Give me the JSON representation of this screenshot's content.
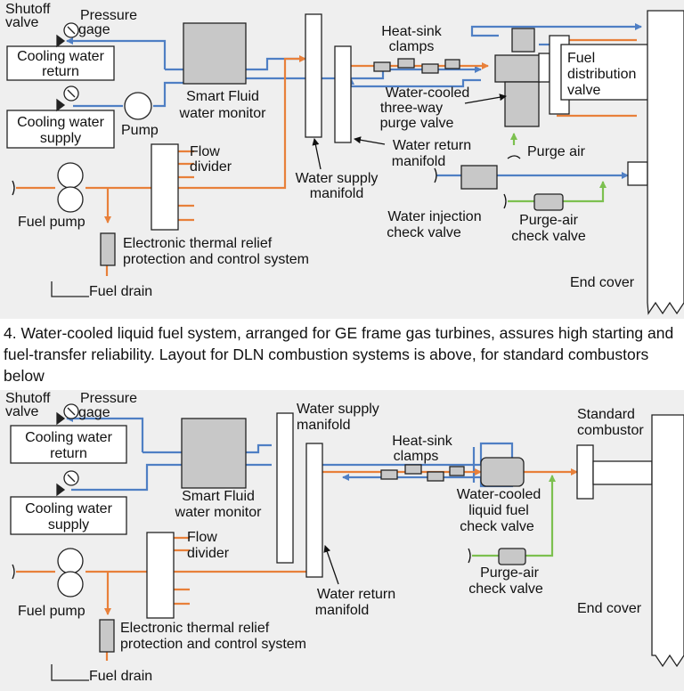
{
  "top": {
    "shutoff_valve": [
      "Shutoff",
      "valve"
    ],
    "pressure_gage": [
      "Pressure",
      "gage"
    ],
    "cooling_water_return": [
      "Cooling water",
      "return"
    ],
    "cooling_water_supply": [
      "Cooling water",
      "supply"
    ],
    "pump": "Pump",
    "smart_fluid": [
      "Smart Fluid",
      "water monitor"
    ],
    "flow_divider": [
      "Flow",
      "divider"
    ],
    "fuel_pump": "Fuel pump",
    "thermal_relief": [
      "Electronic thermal relief",
      "protection and control system"
    ],
    "fuel_drain": "Fuel drain",
    "water_supply_manifold": [
      "Water supply",
      "manifold"
    ],
    "water_return_manifold": [
      "Water return",
      "manifold"
    ],
    "heat_sink_clamps": [
      "Heat-sink",
      "clamps"
    ],
    "three_way_valve": [
      "Water-cooled",
      "three-way",
      "purge valve"
    ],
    "fuel_distribution_valve": [
      "Fuel",
      "distribution",
      "valve"
    ],
    "purge_air": "Purge air",
    "water_injection_check_valve": [
      "Water injection",
      "check valve"
    ],
    "purge_air_check_valve": [
      "Purge-air",
      "check valve"
    ],
    "end_cover": "End cover"
  },
  "caption": "4. Water-cooled liquid fuel system, arranged for GE frame gas turbines, assures high starting and fuel-transfer reliability. Layout for DLN combustion systems is above, for standard combustors below",
  "bottom": {
    "shutoff_valve": [
      "Shutoff",
      "valve"
    ],
    "pressure_gage": [
      "Pressure",
      "gage"
    ],
    "cooling_water_return": [
      "Cooling water",
      "return"
    ],
    "cooling_water_supply": [
      "Cooling water",
      "supply"
    ],
    "smart_fluid": [
      "Smart Fluid",
      "water monitor"
    ],
    "flow_divider": [
      "Flow",
      "divider"
    ],
    "fuel_pump": "Fuel pump",
    "thermal_relief": [
      "Electronic thermal relief",
      "protection and control system"
    ],
    "fuel_drain": "Fuel drain",
    "water_supply_manifold": [
      "Water supply",
      "manifold"
    ],
    "water_return_manifold": [
      "Water return",
      "manifold"
    ],
    "heat_sink_clamps": [
      "Heat-sink",
      "clamps"
    ],
    "fuel_check_valve": [
      "Water-cooled",
      "liquid fuel",
      "check valve"
    ],
    "standard_combustor": [
      "Standard",
      "combustor"
    ],
    "purge_air_check_valve": [
      "Purge-air",
      "check valve"
    ],
    "end_cover": "End cover"
  },
  "colors": {
    "water": "#4f7fc4",
    "fuel": "#e8803a",
    "air": "#7cc04f",
    "component": "#c8c8c8",
    "panel": "#efefef"
  }
}
